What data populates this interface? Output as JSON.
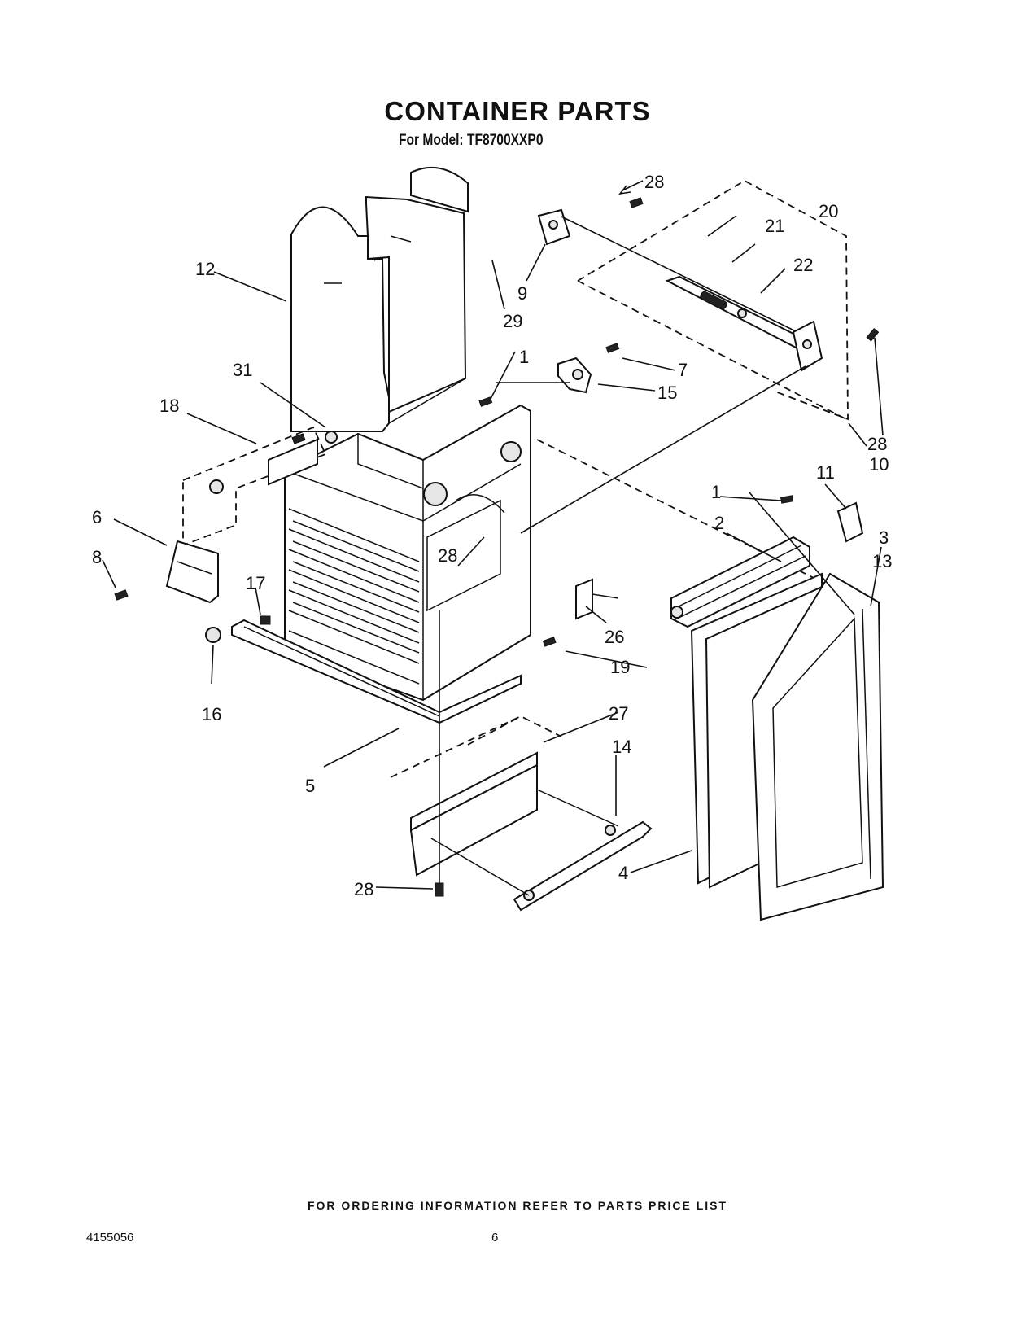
{
  "title": "CONTAINER PARTS",
  "subtitle": "For Model: TF8700XXP0",
  "footer_note": "FOR ORDERING INFORMATION REFER TO PARTS PRICE LIST",
  "document_number": "4155056",
  "page_number": "6",
  "part_labels": {
    "p1a": "1",
    "p1b": "1",
    "p2": "2",
    "p3": "3",
    "p4": "4",
    "p5": "5",
    "p6": "6",
    "p7": "7",
    "p8": "8",
    "p9": "9",
    "p10": "10",
    "p11": "11",
    "p12": "12",
    "p13": "13",
    "p14": "14",
    "p15": "15",
    "p16": "16",
    "p17": "17",
    "p18": "18",
    "p19": "19",
    "p20": "20",
    "p21": "21",
    "p22": "22",
    "p26": "26",
    "p27": "27",
    "p28a": "28",
    "p28b": "28",
    "p28c": "28",
    "p28d": "28",
    "p29": "29",
    "p31": "31"
  }
}
